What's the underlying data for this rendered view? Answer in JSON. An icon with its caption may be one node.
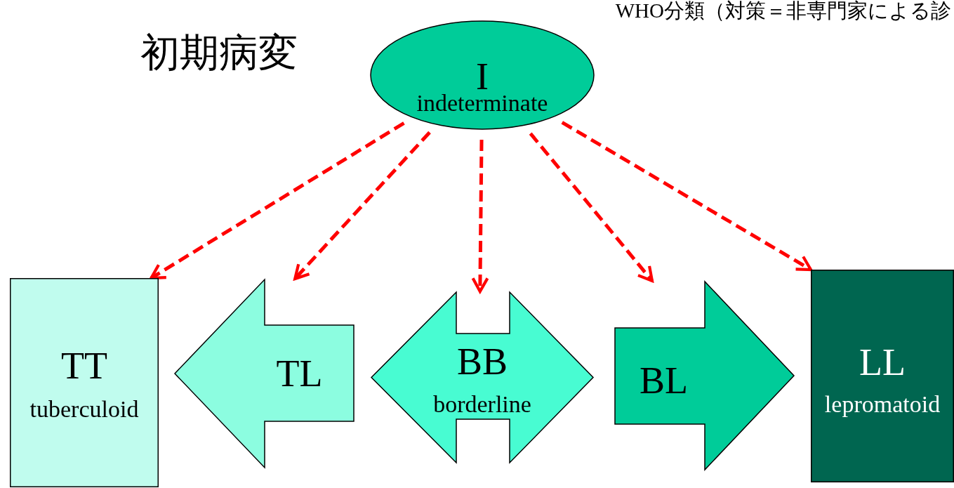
{
  "diagram": {
    "title": "WHO分類（対策＝非専門家による診",
    "nodes": [
      {
        "text": [
          "I",
          "indeterminate"
        ]
      },
      {
        "text": [
          "TT",
          "tuberculoid"
        ]
      },
      {
        "text": [
          "TL"
        ]
      },
      {
        "text": [
          "BB",
          "borderline"
        ]
      },
      {
        "text": [
          "BL"
        ]
      },
      {
        "text": [
          "LL",
          "lepromatoid"
        ]
      }
    ],
    "edges": [
      {
        "from": 0,
        "to": 1,
        "arrow": "to",
        "style": "dashed",
        "color": "#ff0000"
      },
      {
        "from": 0,
        "to": 2,
        "arrow": "to",
        "style": "dashed",
        "color": "#ff0000"
      },
      {
        "from": 0,
        "to": 3,
        "arrow": "to",
        "style": "dashed",
        "color": "#ff0000"
      },
      {
        "from": 0,
        "to": 4,
        "arrow": "to",
        "style": "dashed",
        "color": "#ff0000"
      },
      {
        "from": 0,
        "to": 5,
        "arrow": "to",
        "style": "dashed",
        "color": "#ff0000"
      }
    ],
    "labels": [
      "初期病変"
    ]
  }
}
